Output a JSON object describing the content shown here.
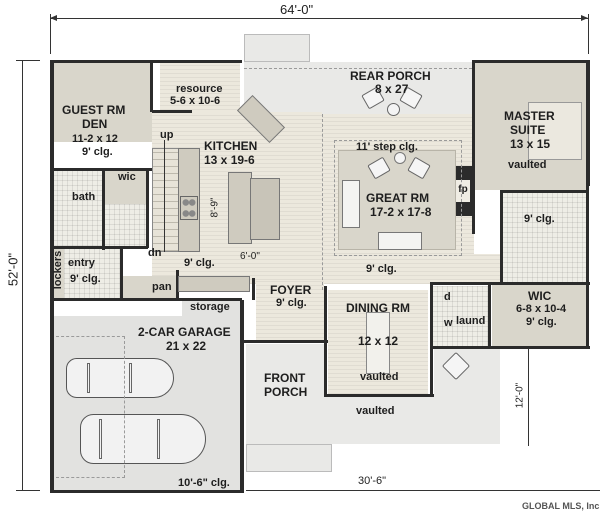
{
  "plan": {
    "type": "floor plan",
    "overall_width": "64'-0\"",
    "overall_depth": "52'-0\"",
    "front_porch_depth": "12'-0\"",
    "front_width_dim": "30'-6\"",
    "kitchen_island_dims": {
      "length": "8'-9\"",
      "width": "6'-0\""
    },
    "watermark": "GLOBAL MLS, Inc."
  },
  "rooms": {
    "guest": {
      "name1": "GUEST RM",
      "name2": "DEN",
      "size": "11-2 x 12",
      "ceiling": "9' clg."
    },
    "resource": {
      "name": "resource",
      "size": "5-6 x 10-6"
    },
    "rear_porch": {
      "name": "REAR PORCH",
      "size": "8 x 27"
    },
    "master": {
      "name1": "MASTER",
      "name2": "SUITE",
      "size": "13 x 15",
      "ceiling": "vaulted"
    },
    "kitchen": {
      "name": "KITCHEN",
      "size": "13 x 19-6",
      "ceiling": "9' clg."
    },
    "great_room": {
      "name": "GREAT RM",
      "size": "17-2 x 17-8",
      "ceiling": "11' step clg."
    },
    "fireplace": {
      "name": "fp"
    },
    "master_bath": {
      "ceiling": "9' clg."
    },
    "wic_upper": {
      "name": "wic"
    },
    "bath": {
      "name": "bath"
    },
    "stairs": {
      "up": "up",
      "down": "dn"
    },
    "entry": {
      "name": "entry",
      "ceiling": "9' clg."
    },
    "lockers": {
      "name": "lockers"
    },
    "pantry": {
      "name": "pan"
    },
    "hall": {
      "ceiling": "9' clg."
    },
    "foyer": {
      "name": "FOYER",
      "ceiling": "9' clg."
    },
    "dining": {
      "name": "DINING RM",
      "size": "12 x 12",
      "ceiling": "vaulted"
    },
    "laundry": {
      "name": "laund",
      "dryer": "d",
      "washer": "w"
    },
    "master_wic": {
      "name": "WIC",
      "size": "6-8 x 10-4",
      "ceiling": "9' clg."
    },
    "storage": {
      "name": "storage"
    },
    "garage": {
      "name": "2-CAR GARAGE",
      "size": "21 x 22",
      "ceiling": "10'-6\" clg."
    },
    "front_porch": {
      "name1": "FRONT",
      "name2": "PORCH",
      "ceiling": "vaulted"
    }
  }
}
